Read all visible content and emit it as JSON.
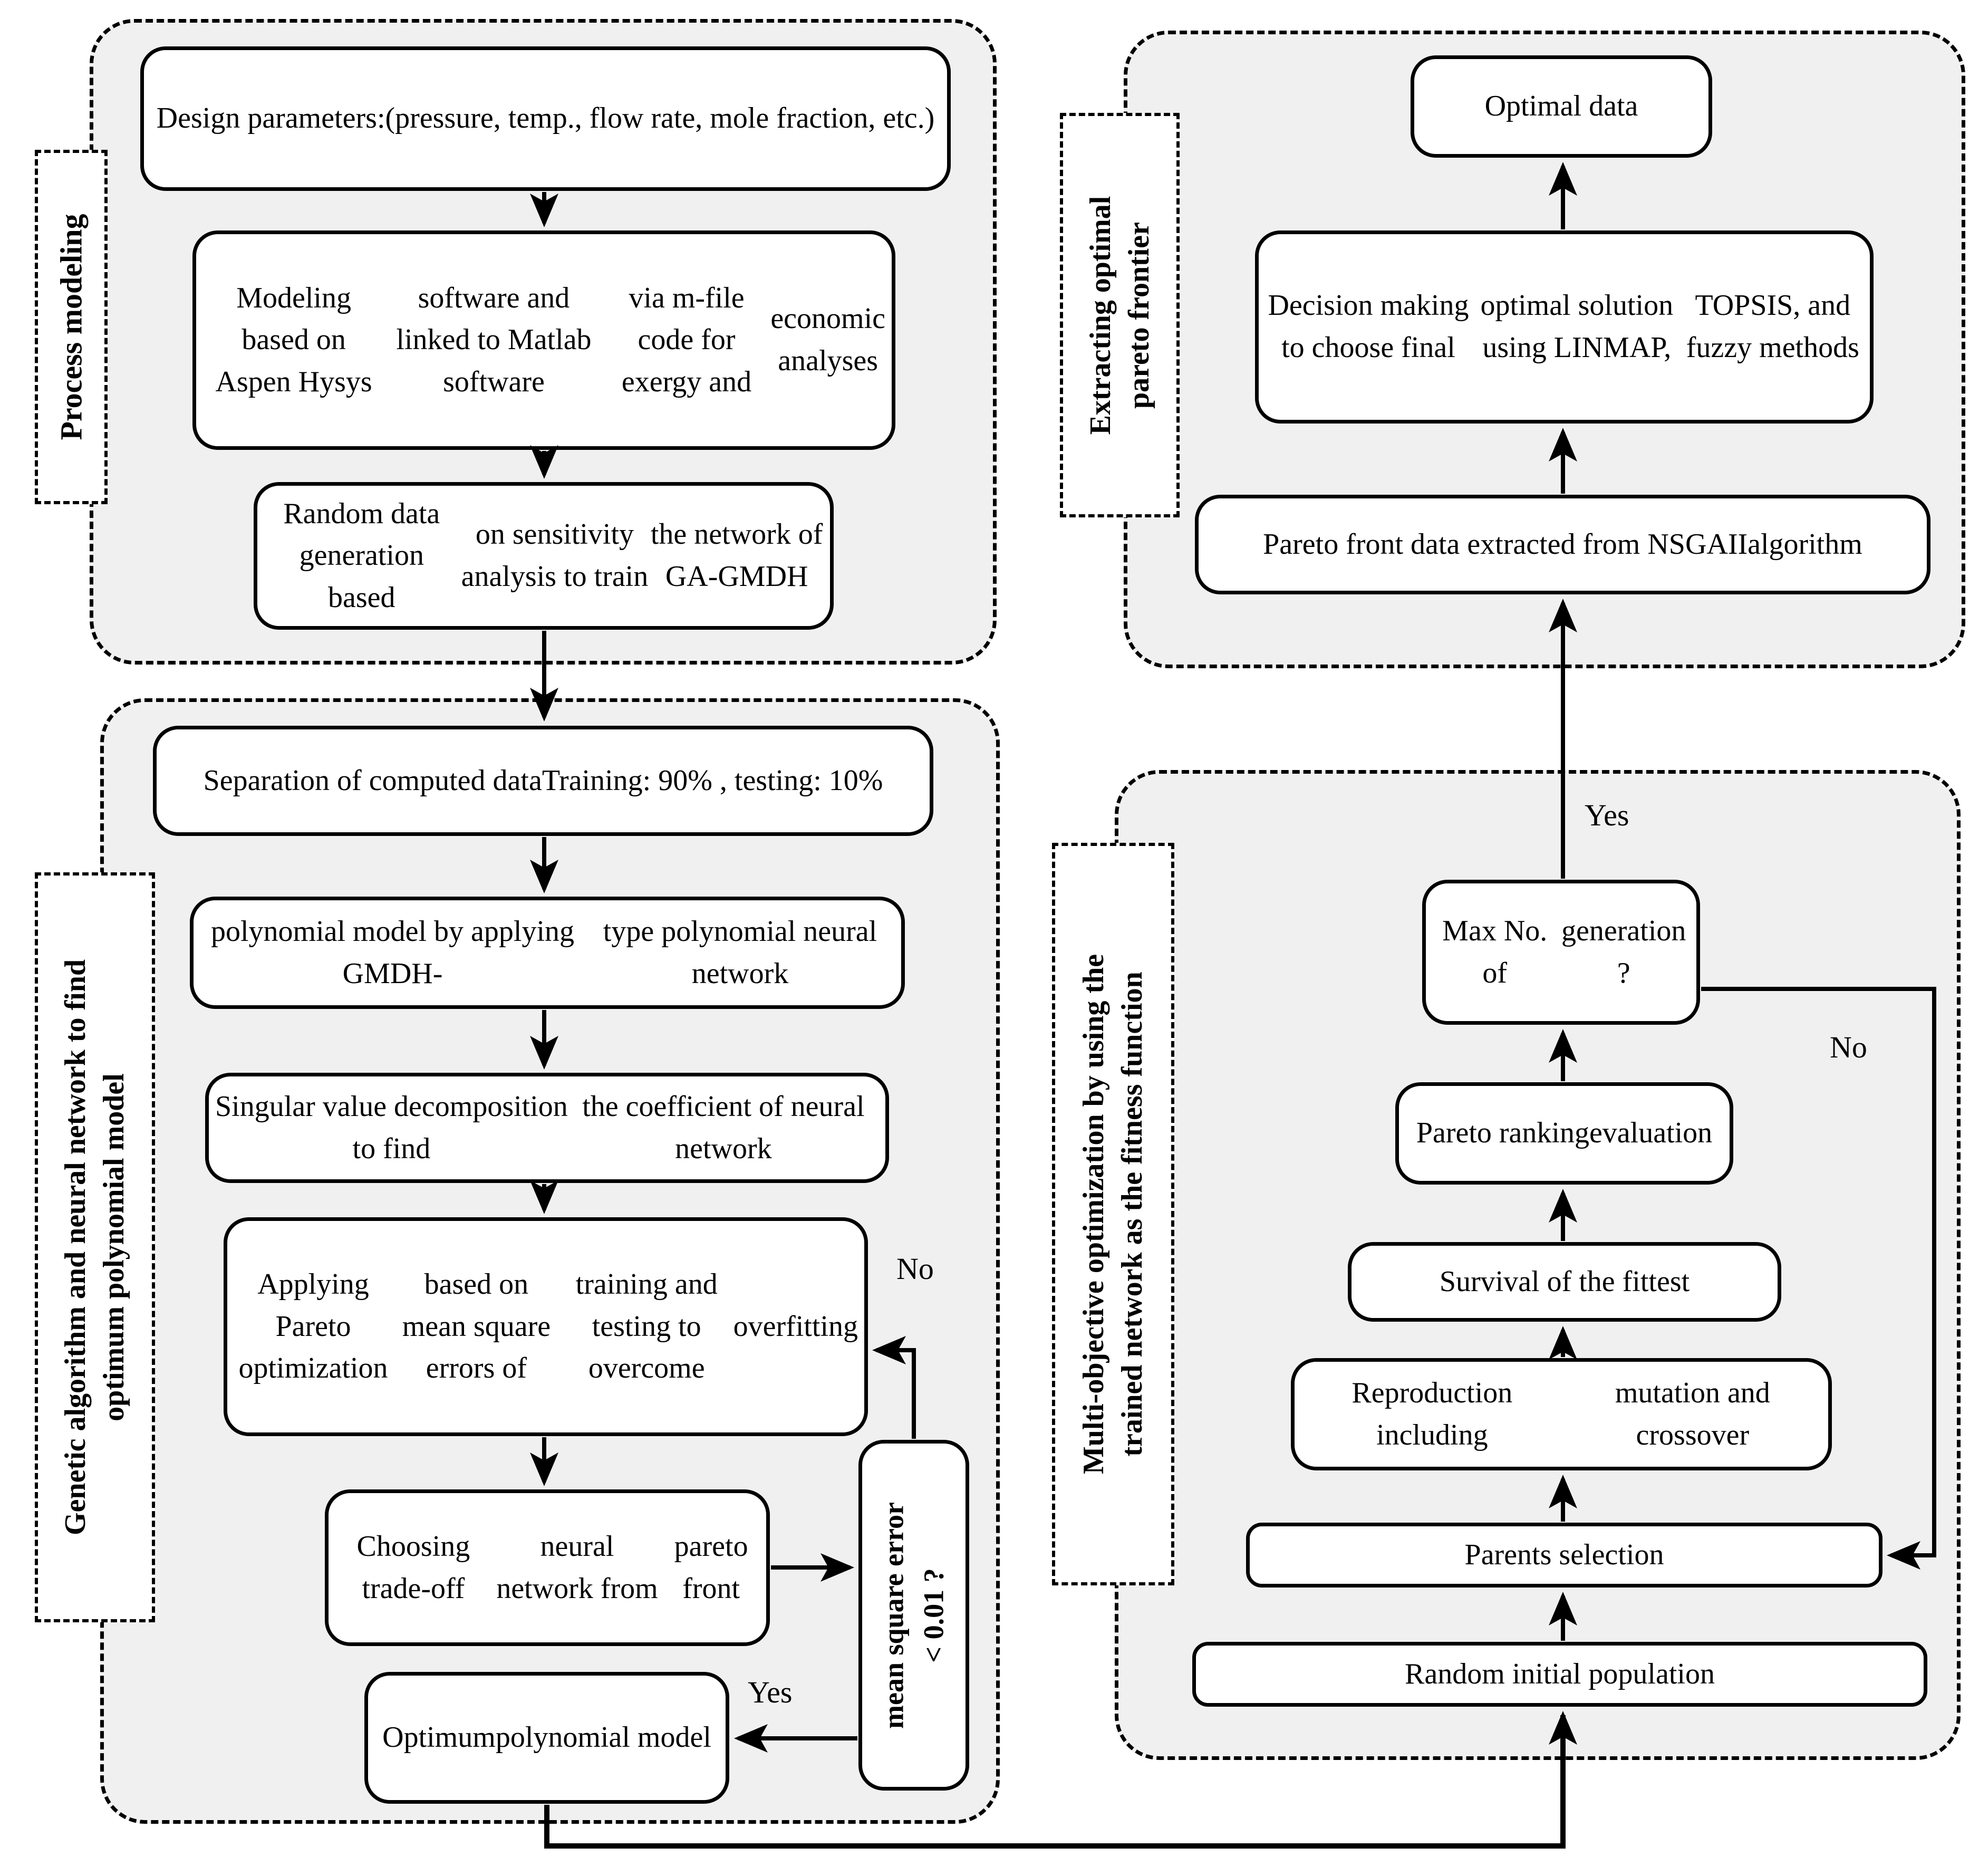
{
  "colors": {
    "container_fill": "#f0f0f0",
    "box_fill": "#ffffff",
    "line_color": "#000000"
  },
  "section_labels": {
    "process_modeling": {
      "lines": [
        "Process modeling"
      ]
    },
    "extracting_pareto": {
      "lines": [
        "Extracting optimal",
        "pareto frontier"
      ]
    },
    "genetic_algorithm": {
      "lines": [
        "Genetic algorithm and neural network to find",
        "optimum polynomial model"
      ]
    },
    "multi_objective": {
      "lines": [
        "Multi-objective optimization by using the",
        "trained network as the fitness function"
      ]
    }
  },
  "boxes": {
    "design_params": {
      "lines": [
        "Design parameters:",
        "(pressure, temp., flow rate, mole fraction, etc.)"
      ]
    },
    "modeling": {
      "lines": [
        "Modeling based on Aspen Hysys",
        "software and linked to Matlab software",
        "via m-file code for exergy and",
        "economic analyses"
      ]
    },
    "random_data": {
      "lines": [
        "Random data generation based",
        "on sensitivity analysis to train",
        "the network of GA-GMDH"
      ]
    },
    "separation": {
      "lines": [
        "Separation of computed data",
        "Training: 90% , testing: 10%"
      ]
    },
    "polynomial": {
      "lines": [
        "polynomial model by applying GMDH-",
        "type polynomial neural network"
      ]
    },
    "singular": {
      "lines": [
        "Singular value decomposition to find",
        "the coefficient of neural network"
      ]
    },
    "applying": {
      "lines": [
        "Applying Pareto optimization",
        "based on mean square errors of",
        "training and testing to overcome",
        "overfitting"
      ]
    },
    "choosing": {
      "lines": [
        "Choosing trade-off",
        "neural network from",
        "pareto front"
      ]
    },
    "optimum": {
      "lines": [
        "Optimum",
        "polynomial model"
      ]
    },
    "mse_check": {
      "lines": [
        "mean square error",
        "< 0.01 ?"
      ]
    },
    "optimal_data": {
      "lines": [
        "Optimal data"
      ]
    },
    "decision": {
      "lines": [
        "Decision making to choose final",
        "optimal solution using LINMAP,",
        "TOPSIS, and fuzzy methods"
      ]
    },
    "pareto_front": {
      "lines": [
        "Pareto front data extracted from NSGAII",
        "algorithm"
      ]
    },
    "max_gen": {
      "lines": [
        "Max No. of",
        "generation ?"
      ]
    },
    "pareto_ranking": {
      "lines": [
        "Pareto ranking",
        "evaluation"
      ]
    },
    "survival": {
      "lines": [
        "Survival of the fittest"
      ]
    },
    "reproduction": {
      "lines": [
        "Reproduction including",
        "mutation and crossover"
      ]
    },
    "parents": {
      "lines": [
        "Parents selection"
      ]
    },
    "random_pop": {
      "lines": [
        "Random initial population"
      ]
    }
  },
  "edge_labels": {
    "mse_no": "No",
    "mse_yes": "Yes",
    "gen_yes": "Yes",
    "gen_no": "No"
  }
}
